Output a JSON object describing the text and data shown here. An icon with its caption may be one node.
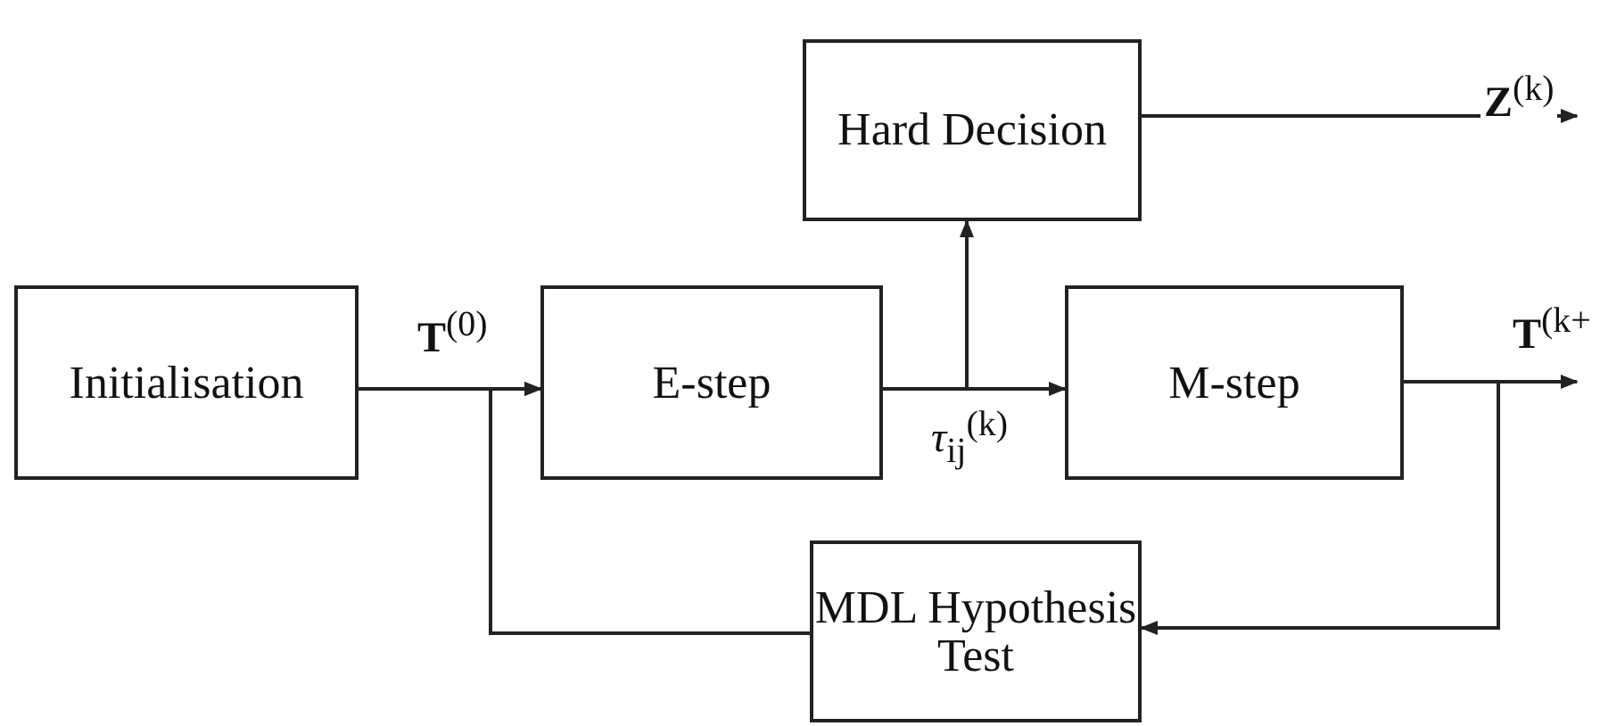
{
  "diagram": {
    "nodes": [
      {
        "text": [
          "Initialisation"
        ]
      },
      {
        "text": [
          "E-step"
        ]
      },
      {
        "text": [
          "Hard Decision"
        ]
      },
      {
        "text": [
          "M-step"
        ]
      },
      {
        "text": [
          "MDL Hypothesis Test"
        ]
      }
    ],
    "edges": [
      {
        "from": 0,
        "to": 1,
        "arrow": "to",
        "label": "**T**$^{(0)}$"
      },
      {
        "from": 1,
        "to": 3,
        "arrow": "to",
        "label": "*τ*$_{ij}$$^{(k)}$"
      },
      {
        "from": 1,
        "to": 2,
        "arrow": "to"
      },
      {
        "from": 2,
        "to": null,
        "arrow": "to",
        "label": "**Z**$^{(k)}$"
      },
      {
        "from": 3,
        "to": null,
        "arrow": "to",
        "label": "**T**$^{(k+}$"
      },
      {
        "from": 3,
        "to": 4,
        "arrow": "to"
      },
      {
        "from": 4,
        "to": 1,
        "arrow": "to"
      }
    ]
  }
}
